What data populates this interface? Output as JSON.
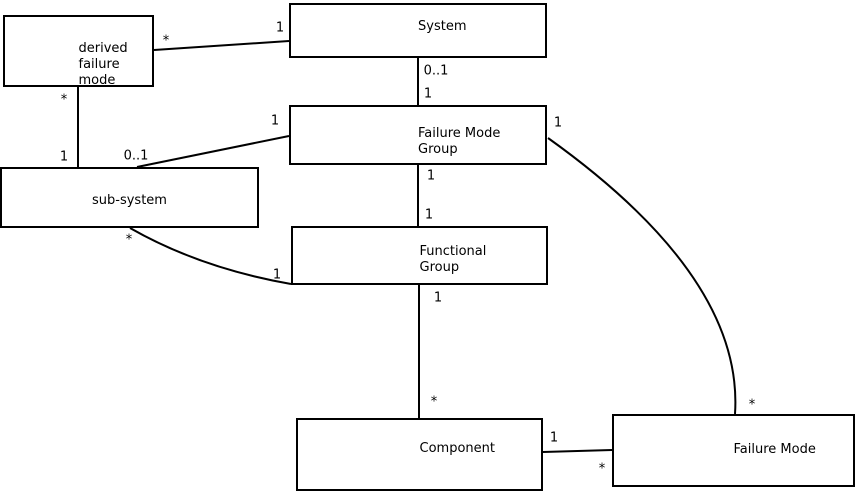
{
  "diagram": {
    "type": "entity-relationship-diagram",
    "background_color": "#ffffff",
    "line_color": "#000000",
    "entities": [
      {
        "id": "derived-failure-mode",
        "label": "derived\nfailure\nmode"
      },
      {
        "id": "system",
        "label": "System"
      },
      {
        "id": "failure-mode-group",
        "label": "Failure Mode\nGroup"
      },
      {
        "id": "sub-system",
        "label": "sub-system"
      },
      {
        "id": "functional-group",
        "label": "Functional\nGroup"
      },
      {
        "id": "component",
        "label": "Component"
      },
      {
        "id": "failure-mode",
        "label": "Failure Mode"
      }
    ],
    "relations": [
      {
        "from": "system",
        "to": "derived-failure-mode",
        "from_label": "1",
        "to_label": "*"
      },
      {
        "from": "system",
        "to": "failure-mode-group",
        "from_label": "0..1",
        "to_label": "1"
      },
      {
        "from": "derived-failure-mode",
        "to": "sub-system",
        "from_label": "*",
        "to_label": "1"
      },
      {
        "from": "failure-mode-group",
        "to": "sub-system",
        "from_label": "1",
        "to_label": "0..1"
      },
      {
        "from": "failure-mode-group",
        "to": "functional-group",
        "from_label": "1",
        "to_label": "1"
      },
      {
        "from": "sub-system",
        "to": "functional-group",
        "from_label": "*",
        "to_label": "1"
      },
      {
        "from": "functional-group",
        "to": "component",
        "from_label": "1",
        "to_label": "*"
      },
      {
        "from": "component",
        "to": "failure-mode",
        "from_label": "1",
        "to_label": "*"
      },
      {
        "from": "failure-mode-group",
        "to": "failure-mode",
        "from_label": "1",
        "to_label": "*"
      }
    ]
  }
}
